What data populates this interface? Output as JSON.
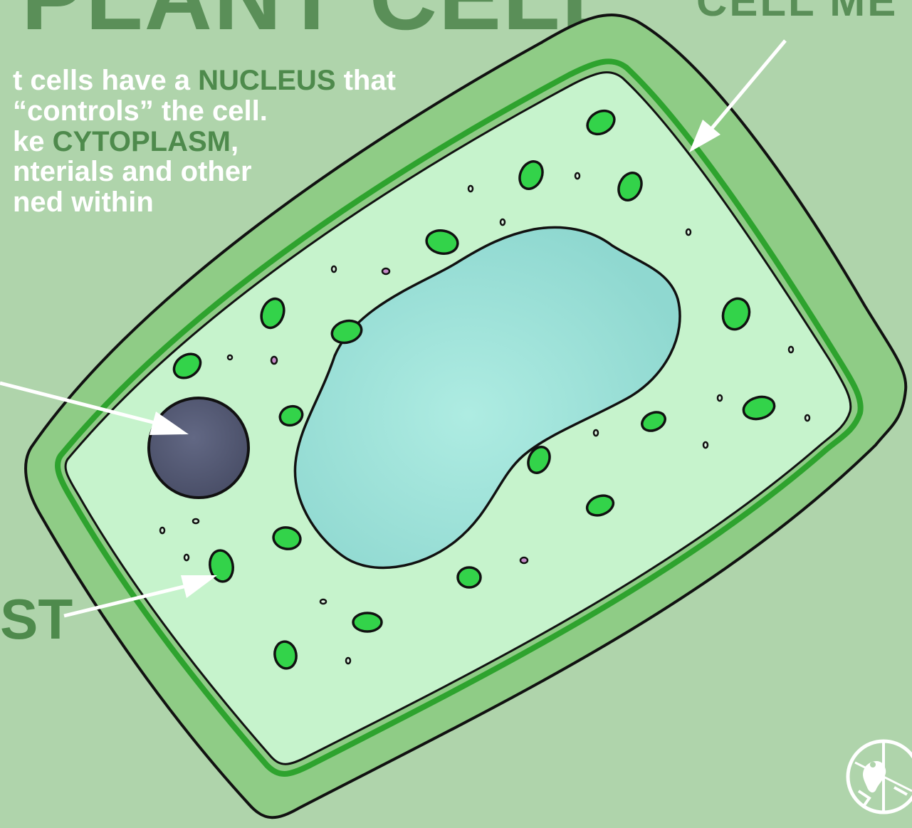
{
  "title": "PLANT CELL",
  "title_right": "CELL ME",
  "description": [
    {
      "parts": [
        {
          "text": "t cells have a ",
          "hl": false
        },
        {
          "text": "NUCLEUS",
          "hl": true
        },
        {
          "text": " that",
          "hl": false
        }
      ]
    },
    {
      "parts": [
        {
          "text": " “controls” the cell.",
          "hl": false
        }
      ]
    },
    {
      "parts": [
        {
          "text": "ke ",
          "hl": false
        },
        {
          "text": "CYTOPLASM",
          "hl": true
        },
        {
          "text": ",",
          "hl": false
        }
      ]
    },
    {
      "parts": [
        {
          "text": "nterials and other",
          "hl": false
        }
      ]
    },
    {
      "parts": [
        {
          "text": "ned within",
          "hl": false
        }
      ]
    }
  ],
  "chloroplast_label": "ST",
  "colors": {
    "background": "#afd4ab",
    "cell_wall": "#8fcc86",
    "cytoplasm": "#c6f3cc",
    "vacuole": "#9ee0d8",
    "nucleus": "#565c77",
    "chloroplast": "#33d34a",
    "heading": "#5a8f58",
    "highlight": "#4e8a4c"
  },
  "icons": [
    "arrow-icon",
    "chloroplast-icon",
    "frog-logo-icon"
  ]
}
